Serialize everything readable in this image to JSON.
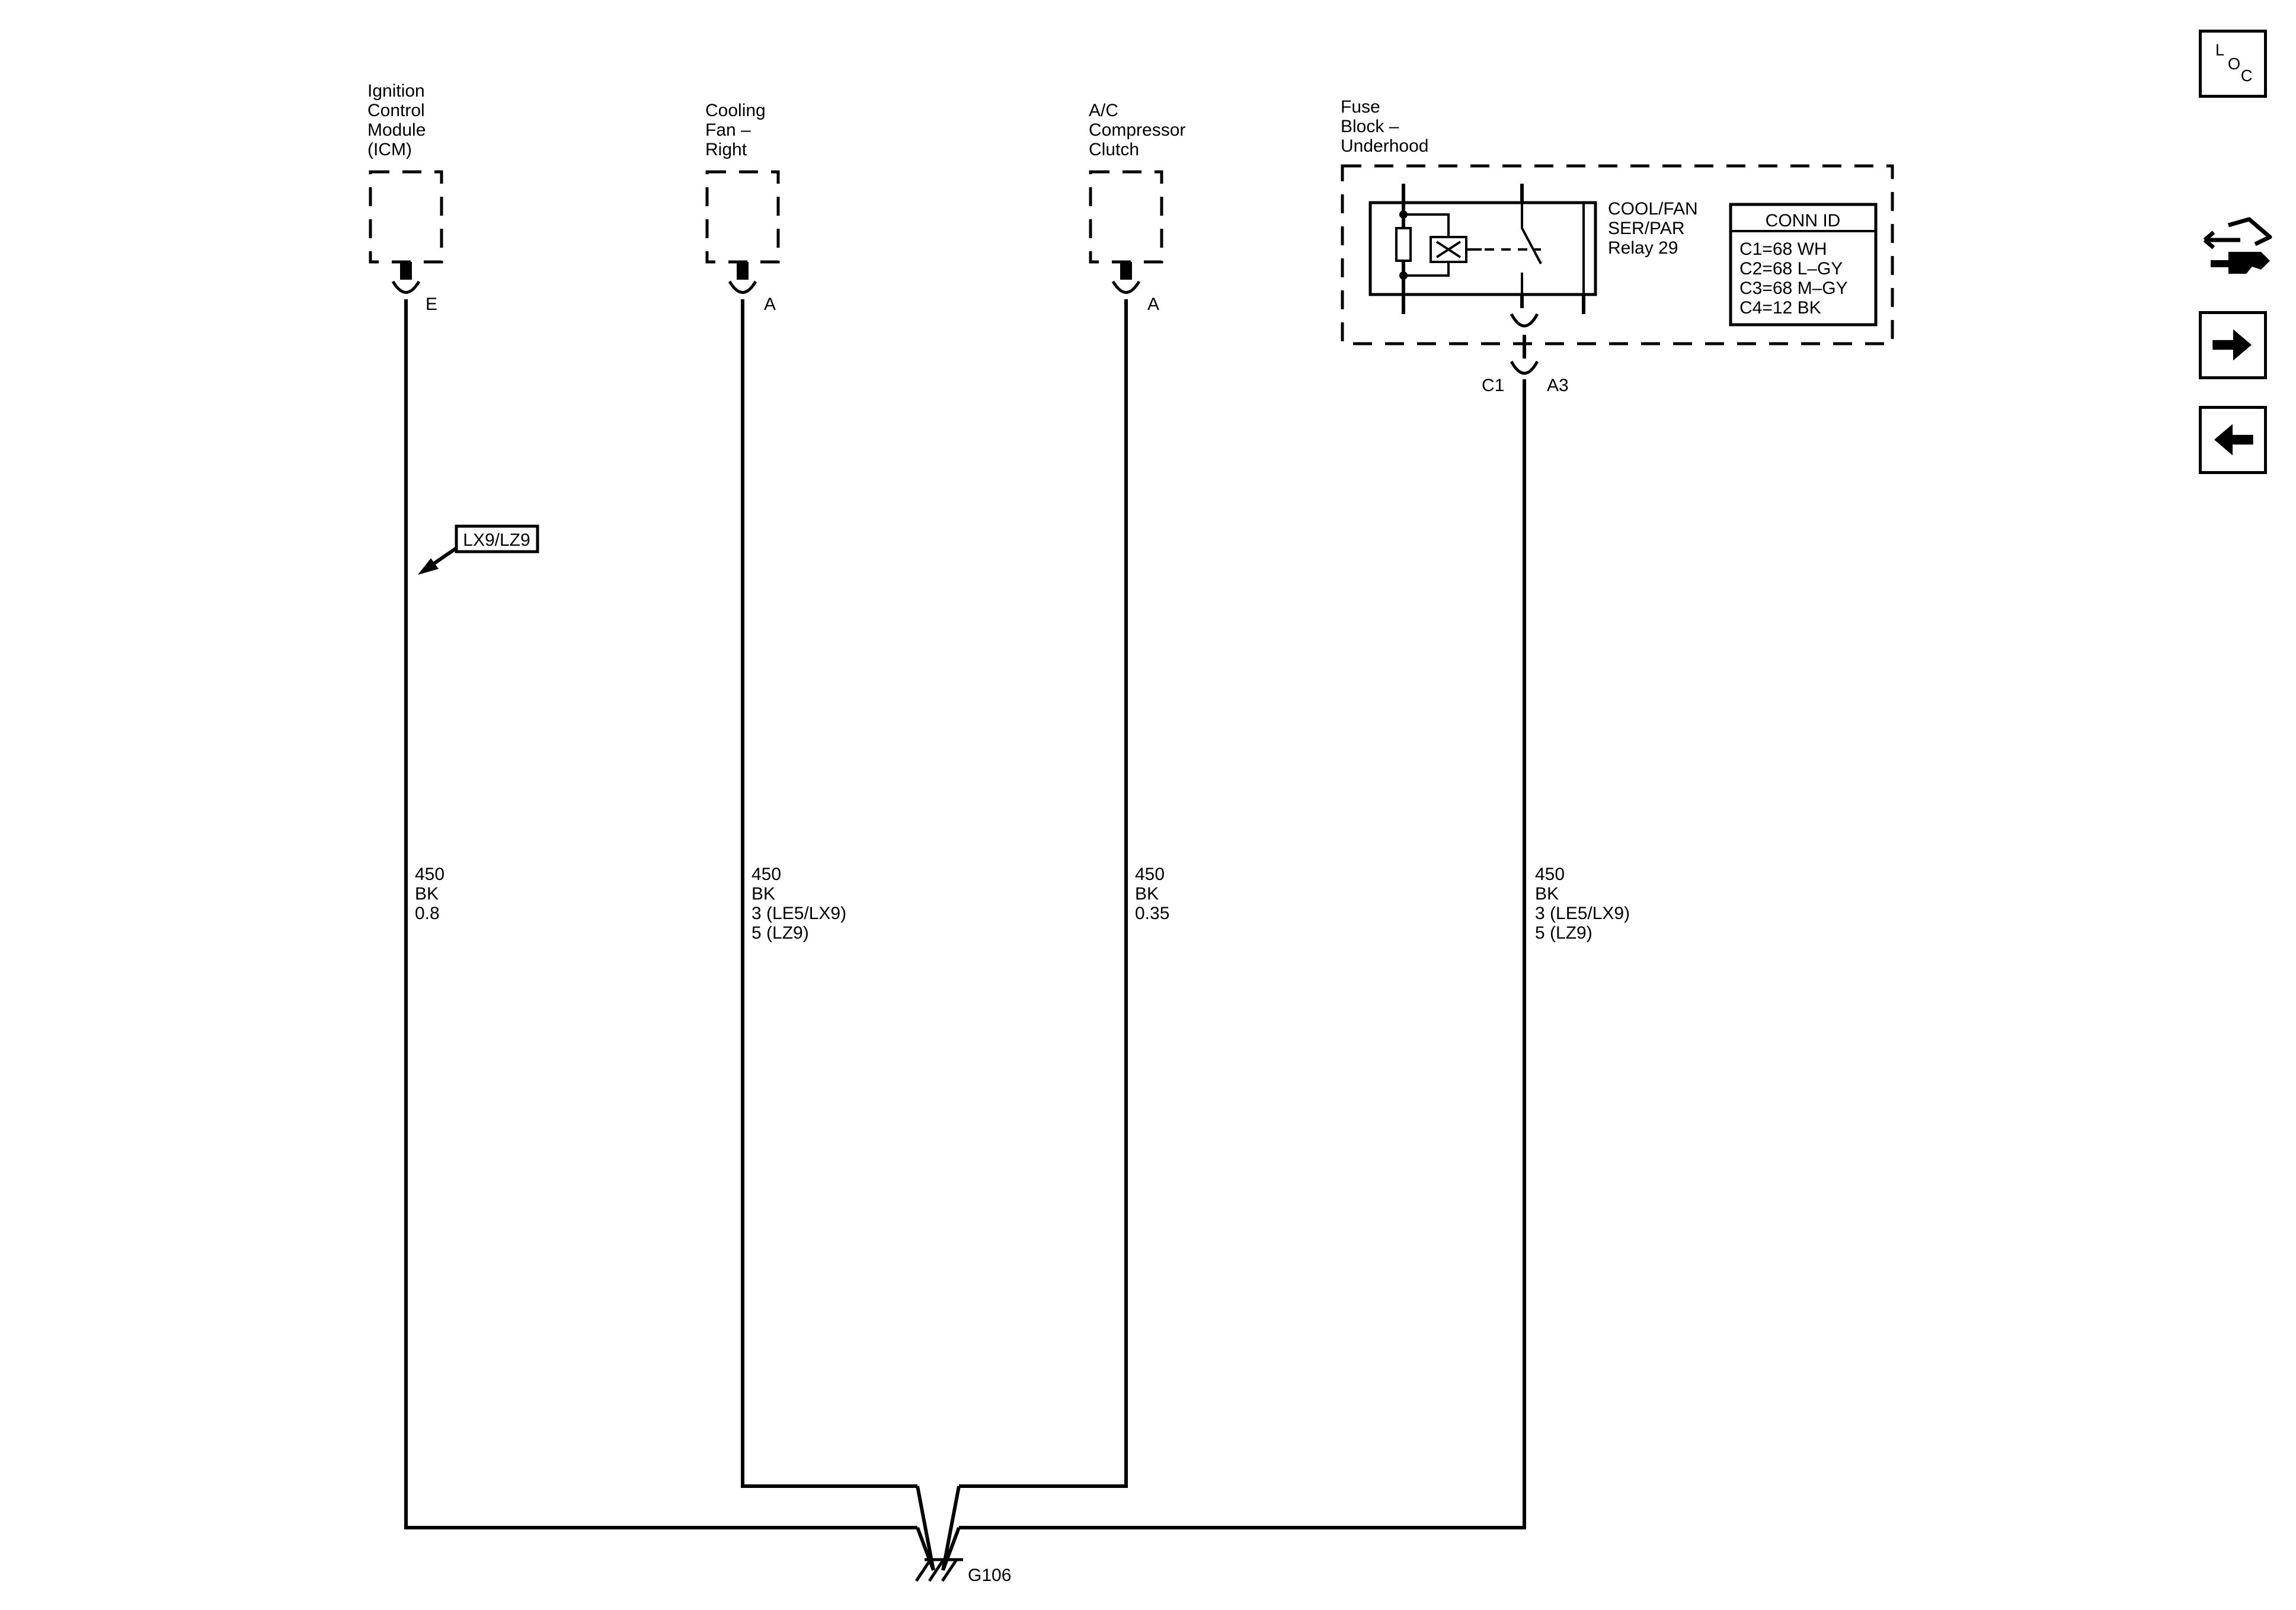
{
  "components": {
    "icm": {
      "lines": [
        "Ignition",
        "Control",
        "Module",
        "(ICM)"
      ],
      "pin": "E"
    },
    "fan": {
      "lines": [
        "Cooling",
        "Fan –",
        "Right"
      ],
      "pin": "A"
    },
    "ac": {
      "lines": [
        "A/C",
        "Compressor",
        "Clutch"
      ],
      "pin": "A"
    },
    "fuse": {
      "lines": [
        "Fuse",
        "Block –",
        "Underhood"
      ],
      "connector": "C1",
      "pin": "A3"
    },
    "relay": {
      "lines": [
        "COOL/FAN",
        "SER/PAR",
        "Relay 29"
      ]
    }
  },
  "conn_id": {
    "title": "CONN ID",
    "rows": [
      "C1=68 WH",
      "C2=68 L–GY",
      "C3=68 M–GY",
      "C4=12 BK"
    ]
  },
  "option_tag": "LX9/LZ9",
  "wires": {
    "icm": [
      "450",
      "BK",
      "0.8"
    ],
    "fan": [
      "450",
      "BK",
      "3 (LE5/LX9)",
      "5 (LZ9)"
    ],
    "ac": [
      "450",
      "BK",
      "0.35"
    ],
    "fuse": [
      "450",
      "BK",
      "3 (LE5/LX9)",
      "5 (LZ9)"
    ]
  },
  "ground": {
    "label": "G106"
  },
  "nav": {
    "loc": {
      "l": "L",
      "o": "O",
      "c": "C"
    },
    "icons": [
      "loc-icon",
      "harness-connector-icon",
      "next-arrow-icon",
      "previous-arrow-icon"
    ]
  }
}
